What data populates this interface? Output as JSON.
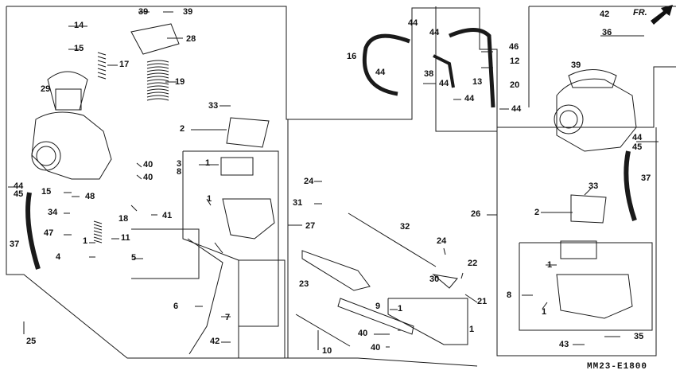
{
  "diagram": {
    "orientation_label": "FR.",
    "code": "MM23-E1800",
    "line_color": "#1a1a1a",
    "callout_numbers": [
      "1",
      "2",
      "3",
      "4",
      "5",
      "6",
      "7",
      "8",
      "9",
      "10",
      "11",
      "12",
      "13",
      "14",
      "15",
      "16",
      "17",
      "18",
      "19",
      "20",
      "21",
      "22",
      "23",
      "24",
      "25",
      "26",
      "27",
      "28",
      "29",
      "30",
      "31",
      "32",
      "33",
      "34",
      "35",
      "36",
      "37",
      "38",
      "39",
      "40",
      "41",
      "42",
      "43",
      "44",
      "45",
      "46",
      "47",
      "48"
    ],
    "icons": [
      "arrow-right-up-icon"
    ]
  }
}
